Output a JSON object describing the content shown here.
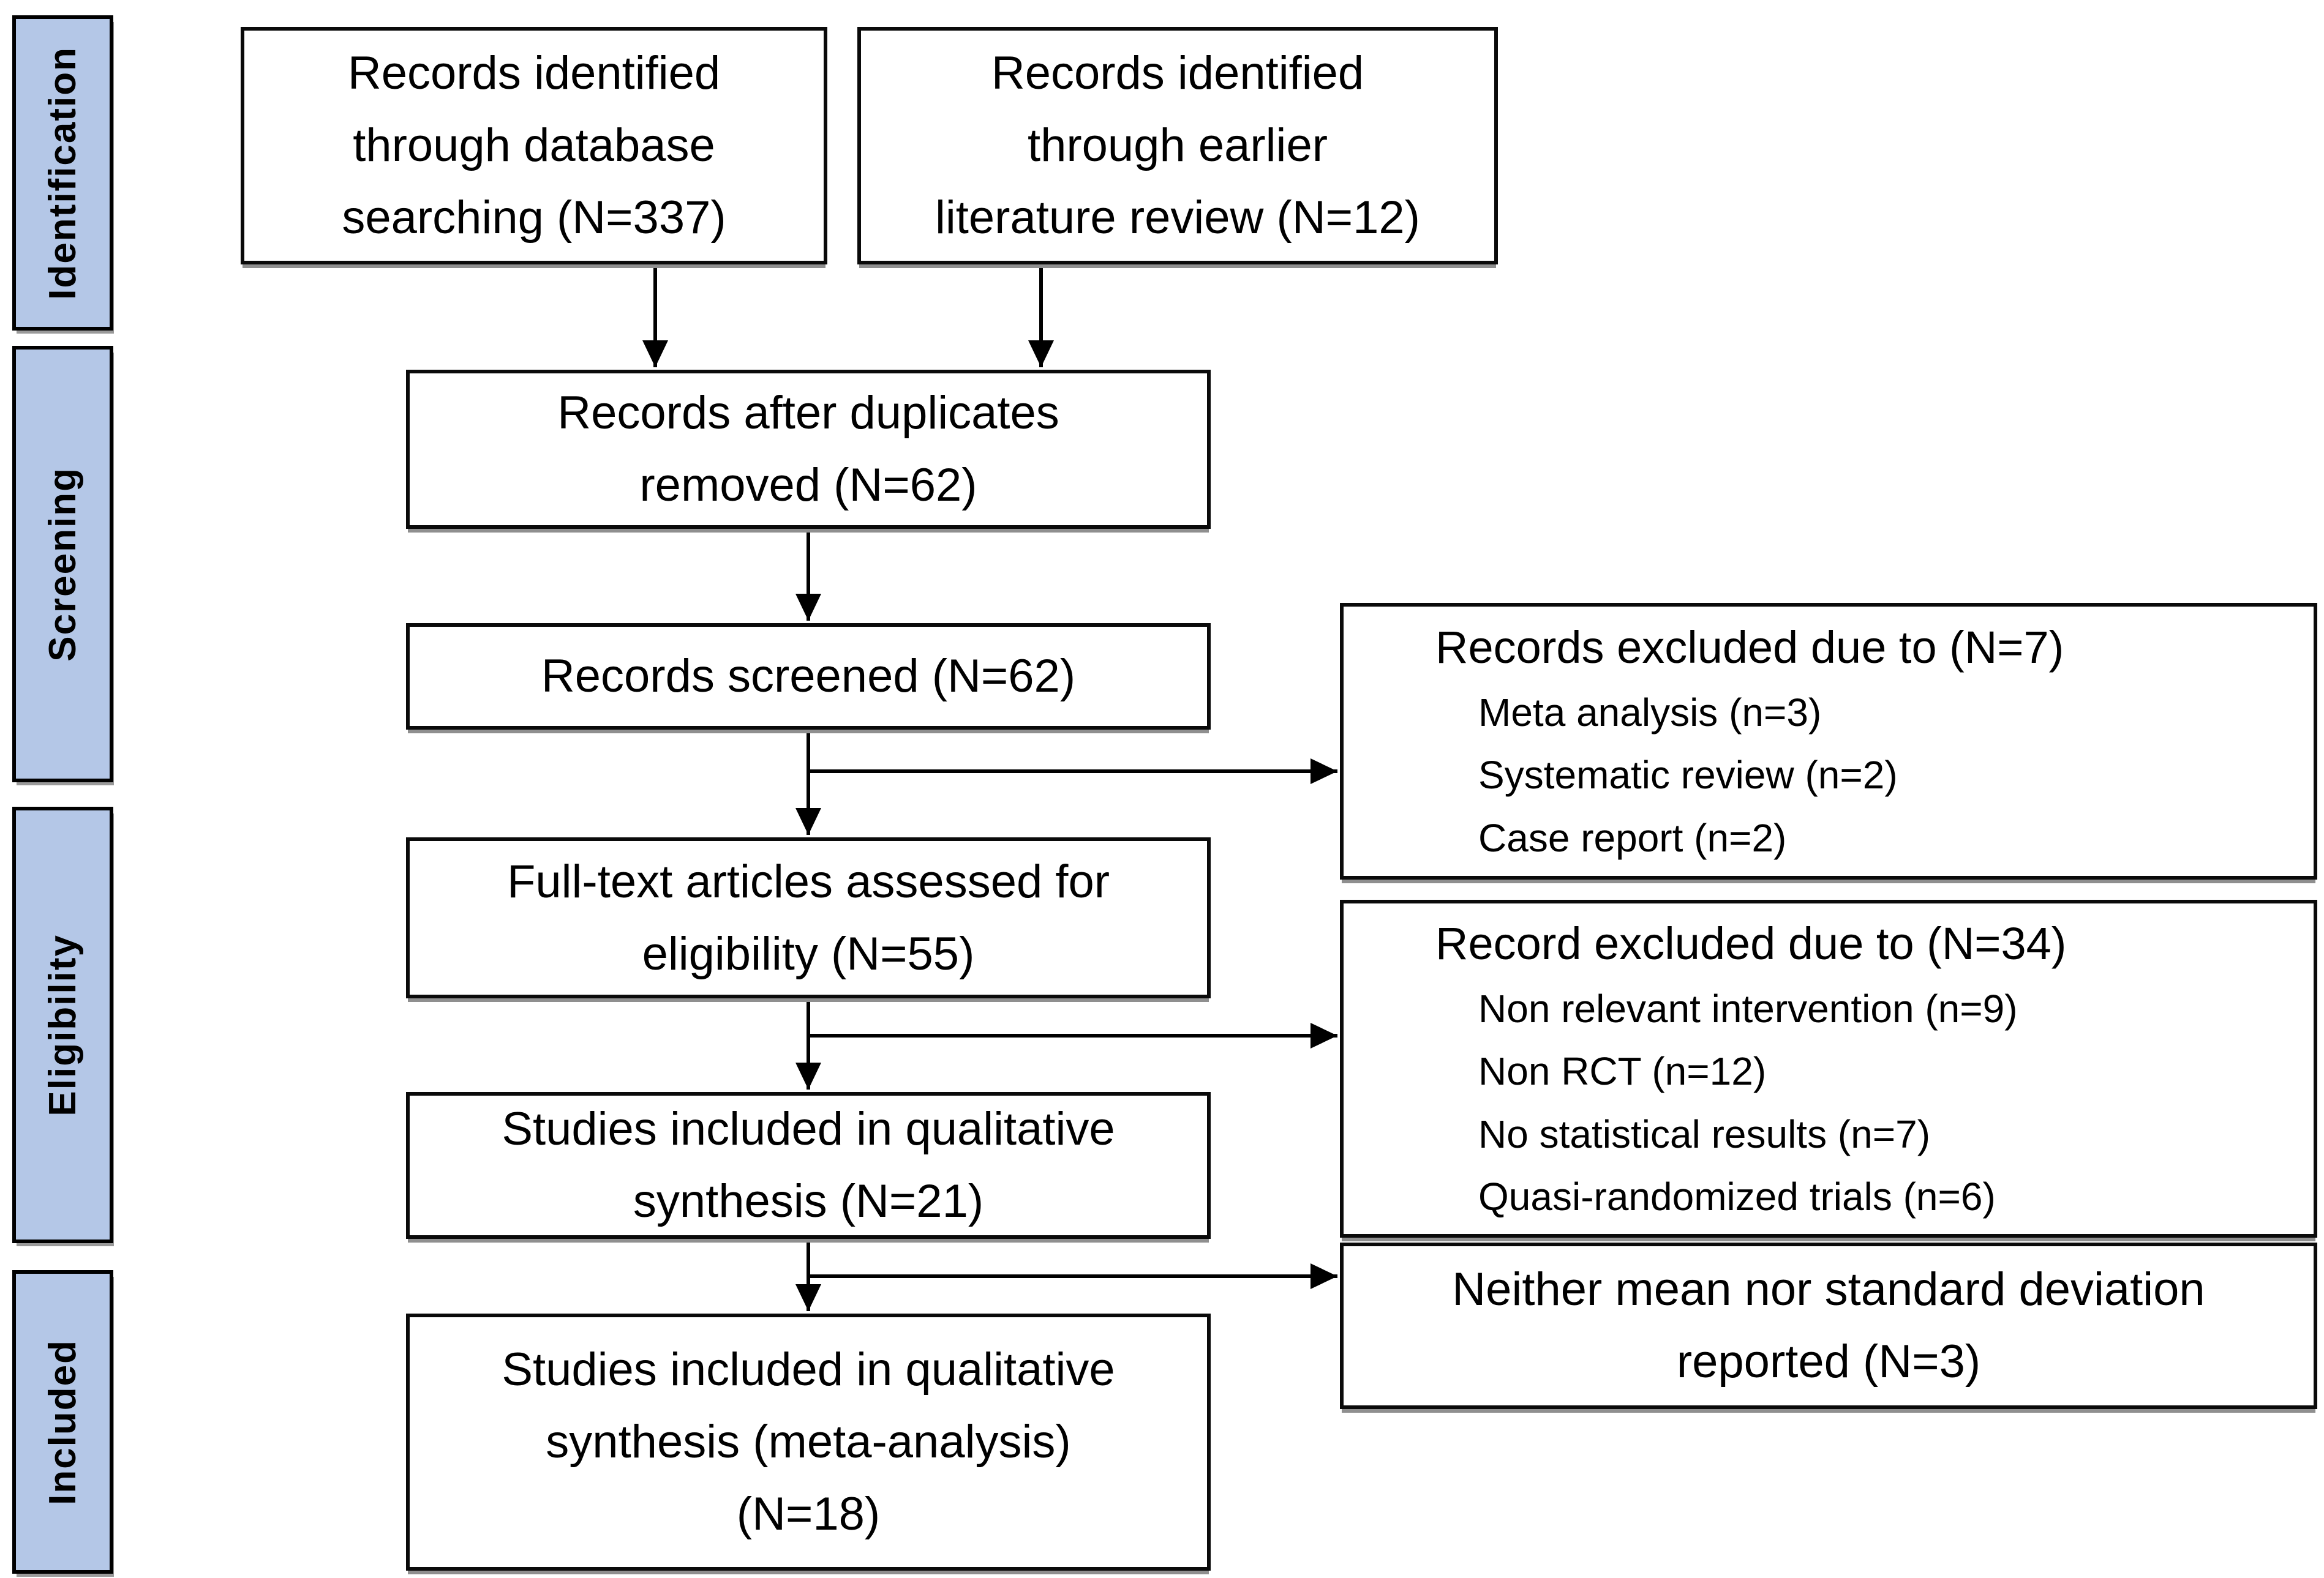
{
  "figure": {
    "kind": "PRISMA flow diagram"
  },
  "stages": [
    {
      "label": "Identification"
    },
    {
      "label": "Screening"
    },
    {
      "label": "Eligibility"
    },
    {
      "label": "Included"
    }
  ],
  "boxes": {
    "identified_db": "Records identified\nthrough database\nsearching (N=337)",
    "identified_lit": "Records identified\nthrough earlier\nliterature review (N=12)",
    "duplicates_removed": "Records after duplicates\nremoved (N=62)",
    "screened": "Records screened (N=62)",
    "excluded_screening": {
      "title": "Records excluded due to (N=7)",
      "items": [
        "Meta analysis (n=3)",
        "Systematic review (n=2)",
        "Case report (n=2)"
      ]
    },
    "fulltext": "Full-text articles assessed for\neligibility (N=55)",
    "excluded_fulltext": {
      "title": "Record excluded due to (N=34)",
      "items": [
        "Non relevant intervention (n=9)",
        "Non RCT (n=12)",
        "No statistical results (n=7)",
        "Quasi-randomized trials (n=6)"
      ]
    },
    "qualitative": "Studies included in qualitative\nsynthesis (N=21)",
    "excluded_no_mean_sd": "Neither mean nor standard deviation\nreported (N=3)",
    "meta_analysis": "Studies included in qualitative\nsynthesis (meta-analysis)\n(N=18)"
  },
  "colors": {
    "stage_fill": "#b4c7e7",
    "border": "#000000",
    "background": "#ffffff"
  }
}
